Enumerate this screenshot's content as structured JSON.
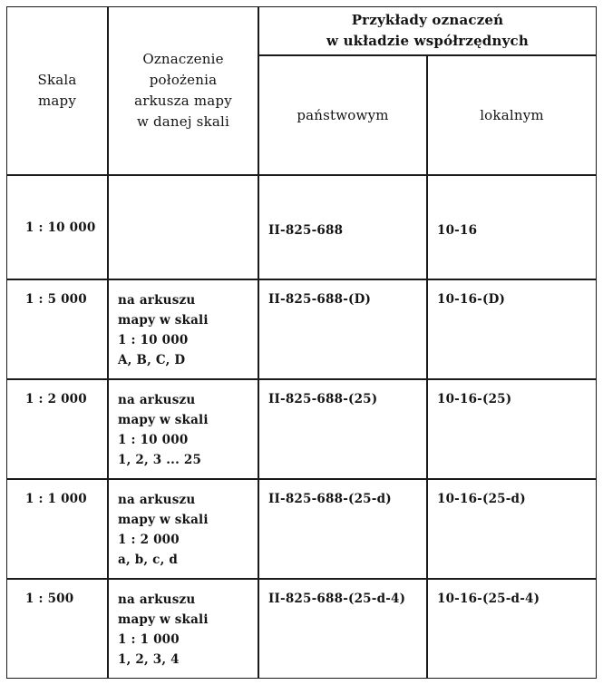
{
  "table": {
    "header": {
      "scale": [
        "Skala",
        "mapy"
      ],
      "sheet": [
        "Oznaczenie",
        "położenia",
        "arkusza mapy",
        "w danej skali"
      ],
      "examples": [
        "Przykłady oznaczeń",
        "w układzie współrzędnych"
      ],
      "state": "państwowym",
      "local": "lokalnym"
    },
    "rows": [
      {
        "scale": "1 : 10 000",
        "sheet": [],
        "state": "II-825-688",
        "local": "10-16"
      },
      {
        "scale": "1 : 5 000",
        "sheet": [
          "na arkuszu",
          "mapy w skali",
          "1 : 10 000",
          "A, B, C, D"
        ],
        "state": "II-825-688-(D)",
        "local": "10-16-(D)"
      },
      {
        "scale": "1 : 2 000",
        "sheet": [
          "na arkuszu",
          "mapy w skali",
          "1 : 10 000",
          "1, 2, 3 ... 25"
        ],
        "state": "II-825-688-(25)",
        "local": "10-16-(25)"
      },
      {
        "scale": "1 : 1 000",
        "sheet": [
          "na arkuszu",
          "mapy w skali",
          "1 : 2 000",
          "a, b, c, d"
        ],
        "state": "II-825-688-(25-d)",
        "local": "10-16-(25-d)"
      },
      {
        "scale": "1 : 500",
        "sheet": [
          "na arkuszu",
          "mapy w skali",
          "1 : 1 000",
          "1, 2, 3, 4"
        ],
        "state": "II-825-688-(25-d-4)",
        "local": "10-16-(25-d-4)"
      }
    ]
  }
}
